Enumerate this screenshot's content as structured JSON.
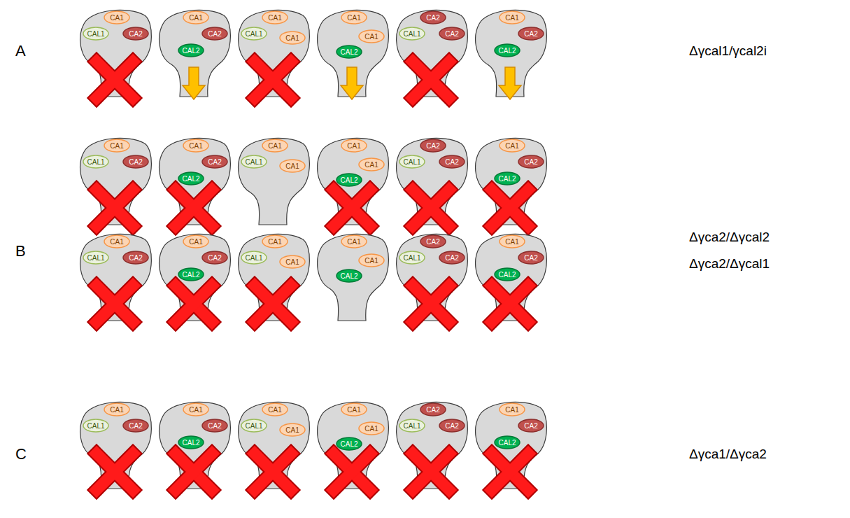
{
  "diagram": {
    "nodes": [
      {
        "text": [
          "CA1"
        ]
      },
      {
        "text": [
          "CAL1"
        ]
      },
      {
        "text": [
          "CA2"
        ]
      },
      {
        "text": [
          "CA1"
        ]
      },
      {
        "text": [
          "CA2"
        ]
      },
      {
        "text": [
          "CAL2"
        ]
      },
      {
        "text": [
          "CA1"
        ]
      },
      {
        "text": [
          "CAL1"
        ]
      },
      {
        "text": [
          "CA1"
        ]
      },
      {
        "text": [
          "CA1"
        ]
      },
      {
        "text": [
          "CA1"
        ]
      },
      {
        "text": [
          "CAL2"
        ]
      },
      {
        "text": [
          "CA2"
        ]
      },
      {
        "text": [
          "CAL1"
        ]
      },
      {
        "text": [
          "CA2"
        ]
      },
      {
        "text": [
          "CA1"
        ]
      },
      {
        "text": [
          "CA2"
        ]
      },
      {
        "text": [
          "CAL2"
        ]
      },
      {
        "text": [
          "CA1"
        ]
      },
      {
        "text": [
          "CAL1"
        ]
      },
      {
        "text": [
          "CA2"
        ]
      },
      {
        "text": [
          "CA1"
        ]
      },
      {
        "text": [
          "CA2"
        ]
      },
      {
        "text": [
          "CAL2"
        ]
      },
      {
        "text": [
          "CA1"
        ]
      },
      {
        "text": [
          "CAL1"
        ]
      },
      {
        "text": [
          "CA1"
        ]
      },
      {
        "text": [
          "CA1"
        ]
      },
      {
        "text": [
          "CA1"
        ]
      },
      {
        "text": [
          "CAL2"
        ]
      },
      {
        "text": [
          "CA2"
        ]
      },
      {
        "text": [
          "CAL1"
        ]
      },
      {
        "text": [
          "CA2"
        ]
      },
      {
        "text": [
          "CA1"
        ]
      },
      {
        "text": [
          "CA2"
        ]
      },
      {
        "text": [
          "CAL2"
        ]
      },
      {
        "text": [
          "CA1"
        ]
      },
      {
        "text": [
          "CAL1"
        ]
      },
      {
        "text": [
          "CA2"
        ]
      },
      {
        "text": [
          "CA1"
        ]
      },
      {
        "text": [
          "CA2"
        ]
      },
      {
        "text": [
          "CAL2"
        ]
      },
      {
        "text": [
          "CA1"
        ]
      },
      {
        "text": [
          "CAL1"
        ]
      },
      {
        "text": [
          "CA1"
        ]
      },
      {
        "text": [
          "CA1"
        ]
      },
      {
        "text": [
          "CA1"
        ]
      },
      {
        "text": [
          "CAL2"
        ]
      },
      {
        "text": [
          "CA2"
        ]
      },
      {
        "text": [
          "CAL1"
        ]
      },
      {
        "text": [
          "CA2"
        ]
      },
      {
        "text": [
          "CA1"
        ]
      },
      {
        "text": [
          "CA2"
        ]
      },
      {
        "text": [
          "CAL2"
        ]
      },
      {
        "text": [
          "CA1"
        ]
      },
      {
        "text": [
          "CAL1"
        ]
      },
      {
        "text": [
          "CA2"
        ]
      },
      {
        "text": [
          "CA1"
        ]
      },
      {
        "text": [
          "CA2"
        ]
      },
      {
        "text": [
          "CAL2"
        ]
      },
      {
        "text": [
          "CA1"
        ]
      },
      {
        "text": [
          "CAL1"
        ]
      },
      {
        "text": [
          "CA1"
        ]
      },
      {
        "text": [
          "CA1"
        ]
      },
      {
        "text": [
          "CA1"
        ]
      },
      {
        "text": [
          "CAL2"
        ]
      },
      {
        "text": [
          "CA2"
        ]
      },
      {
        "text": [
          "CAL1"
        ]
      },
      {
        "text": [
          "CA2"
        ]
      },
      {
        "text": [
          "CA1"
        ]
      },
      {
        "text": [
          "CA2"
        ]
      },
      {
        "text": [
          "CAL2"
        ]
      }
    ],
    "labels": [
      "A",
      "Δγcal1/γcal2i",
      "Δγca2/Δγcal2",
      "B",
      "Δγca2/Δγcal1",
      "C",
      "Δγca1/Δγca2"
    ]
  }
}
